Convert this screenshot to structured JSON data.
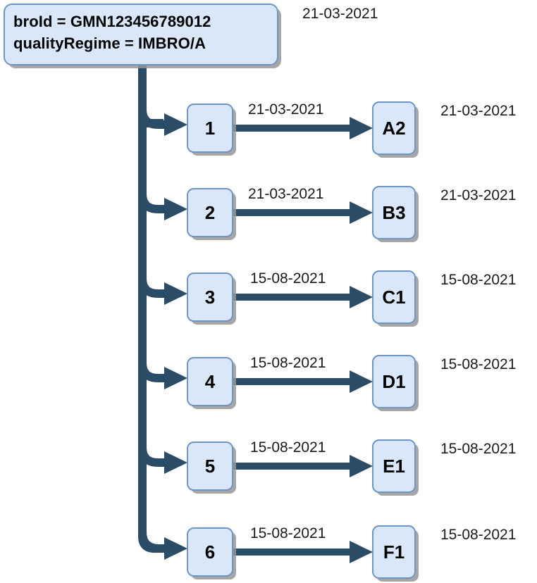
{
  "diagram": {
    "root": {
      "line1": "broId = GMN123456789012",
      "line2": "qualityRegime = IMBRO/A",
      "date": "21-03-2021"
    },
    "rows": [
      {
        "left_label": "1",
        "edge_date": "21-03-2021",
        "right_label": "A2",
        "right_date": "21-03-2021"
      },
      {
        "left_label": "2",
        "edge_date": "21-03-2021",
        "right_label": "B3",
        "right_date": "21-03-2021"
      },
      {
        "left_label": "3",
        "edge_date": "15-08-2021",
        "right_label": "C1",
        "right_date": "15-08-2021"
      },
      {
        "left_label": "4",
        "edge_date": "15-08-2021",
        "right_label": "D1",
        "right_date": "15-08-2021"
      },
      {
        "left_label": "5",
        "edge_date": "15-08-2021",
        "right_label": "E1",
        "right_date": "15-08-2021"
      },
      {
        "left_label": "6",
        "edge_date": "15-08-2021",
        "right_label": "F1",
        "right_date": "15-08-2021"
      }
    ],
    "colors": {
      "node_fill": "#dae7f9",
      "node_border": "#6d96c6",
      "connector": "#2b4c66",
      "shadow": "#969696",
      "text": "#000000",
      "background": "#ffffff"
    }
  }
}
